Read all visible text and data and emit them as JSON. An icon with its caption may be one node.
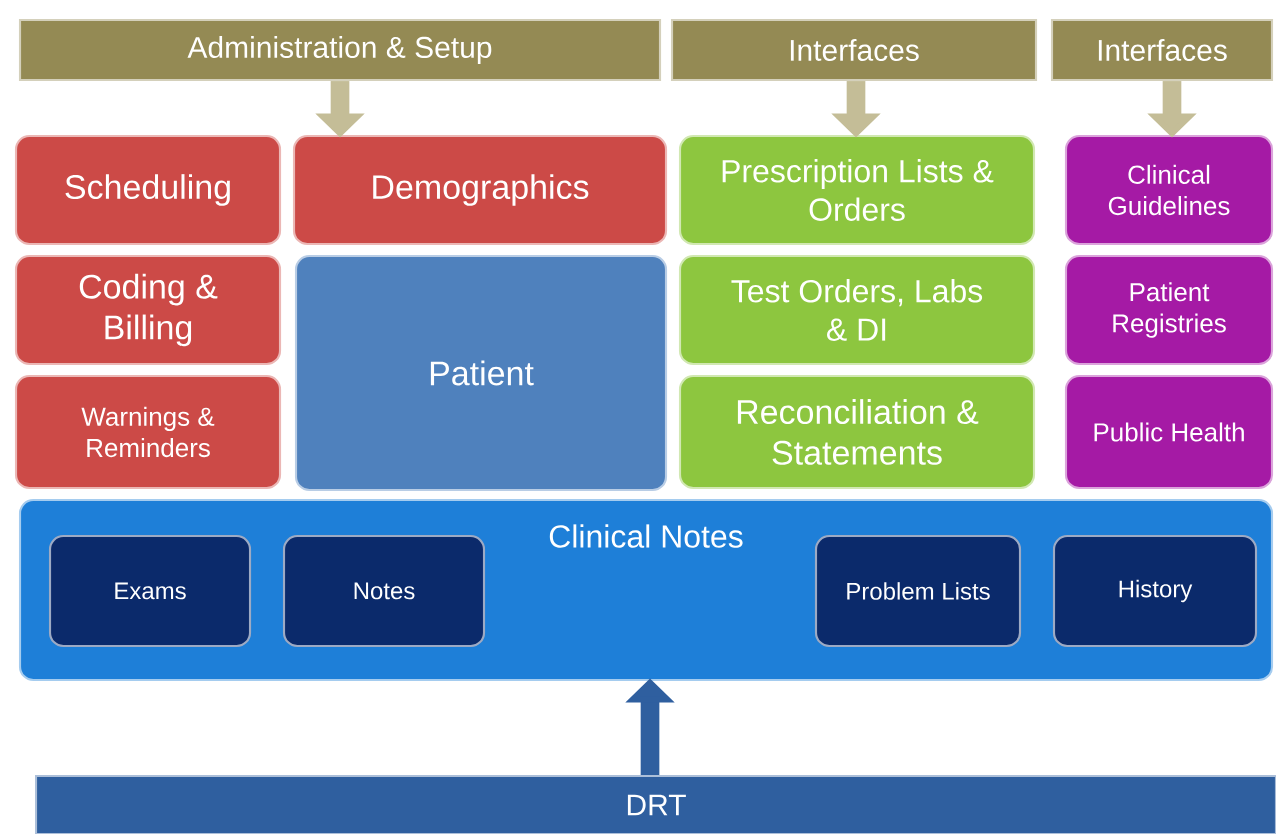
{
  "diagram": {
    "nodes": [
      {
        "text": [
          "Administration & Setup"
        ]
      },
      {
        "text": [
          "Interfaces"
        ]
      },
      {
        "text": [
          "Interfaces"
        ]
      },
      {
        "text": [
          "Scheduling"
        ]
      },
      {
        "text": [
          "Demographics"
        ]
      },
      {
        "text": [
          "Prescription Lists & Orders"
        ]
      },
      {
        "text": [
          "Clinical Guidelines"
        ]
      },
      {
        "text": [
          "Coding & Billing"
        ]
      },
      {
        "text": [
          "Patient"
        ]
      },
      {
        "text": [
          "Test Orders, Labs & DI"
        ]
      },
      {
        "text": [
          "Patient Registries"
        ]
      },
      {
        "text": [
          "Warnings & Reminders"
        ]
      },
      {
        "text": [
          "Reconciliation & Statements"
        ]
      },
      {
        "text": [
          "Public Health"
        ]
      },
      {
        "text": [
          "Clinical Notes"
        ]
      },
      {
        "text": [
          "Exams"
        ],
        "in": 14
      },
      {
        "text": [
          "Notes"
        ],
        "in": 14
      },
      {
        "text": [
          "Problem Lists"
        ],
        "in": 14
      },
      {
        "text": [
          "History"
        ],
        "in": 14
      },
      {
        "text": [
          "DRT"
        ]
      }
    ],
    "edges": [
      {
        "from": 0,
        "to": 4,
        "arrow": "to"
      },
      {
        "from": 1,
        "to": 5,
        "arrow": "to"
      },
      {
        "from": 2,
        "to": 6,
        "arrow": "to"
      },
      {
        "from": 19,
        "to": 14,
        "arrow": "to",
        "color": "#2f5f9f"
      }
    ]
  }
}
